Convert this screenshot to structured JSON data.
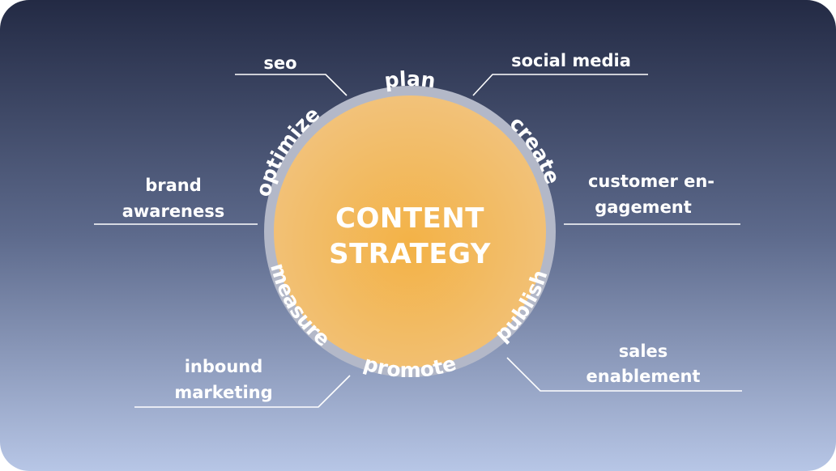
{
  "diagram": {
    "title_line1": "CONTENT",
    "title_line2": "STRATEGY",
    "stages": {
      "plan": "plan",
      "create": "create",
      "publish": "publish",
      "promote": "promote",
      "measure": "measure",
      "optimize": "optimize"
    },
    "labels": {
      "seo": "seo",
      "social_media": "social media",
      "brand_line1": "brand",
      "brand_line2": "awareness",
      "customer_line1": "customer en-",
      "customer_line2": "gagement",
      "inbound_line1": "inbound",
      "inbound_line2": "marketing",
      "sales_line1": "sales",
      "sales_line2": "enablement"
    }
  },
  "colors": {
    "background_top": "#232a44",
    "background_bottom": "#b7c6e6",
    "ring": "#b3b8c8",
    "circle_outer": "#f2c27a",
    "circle_center": "#f3b246",
    "text": "#ffffff"
  }
}
